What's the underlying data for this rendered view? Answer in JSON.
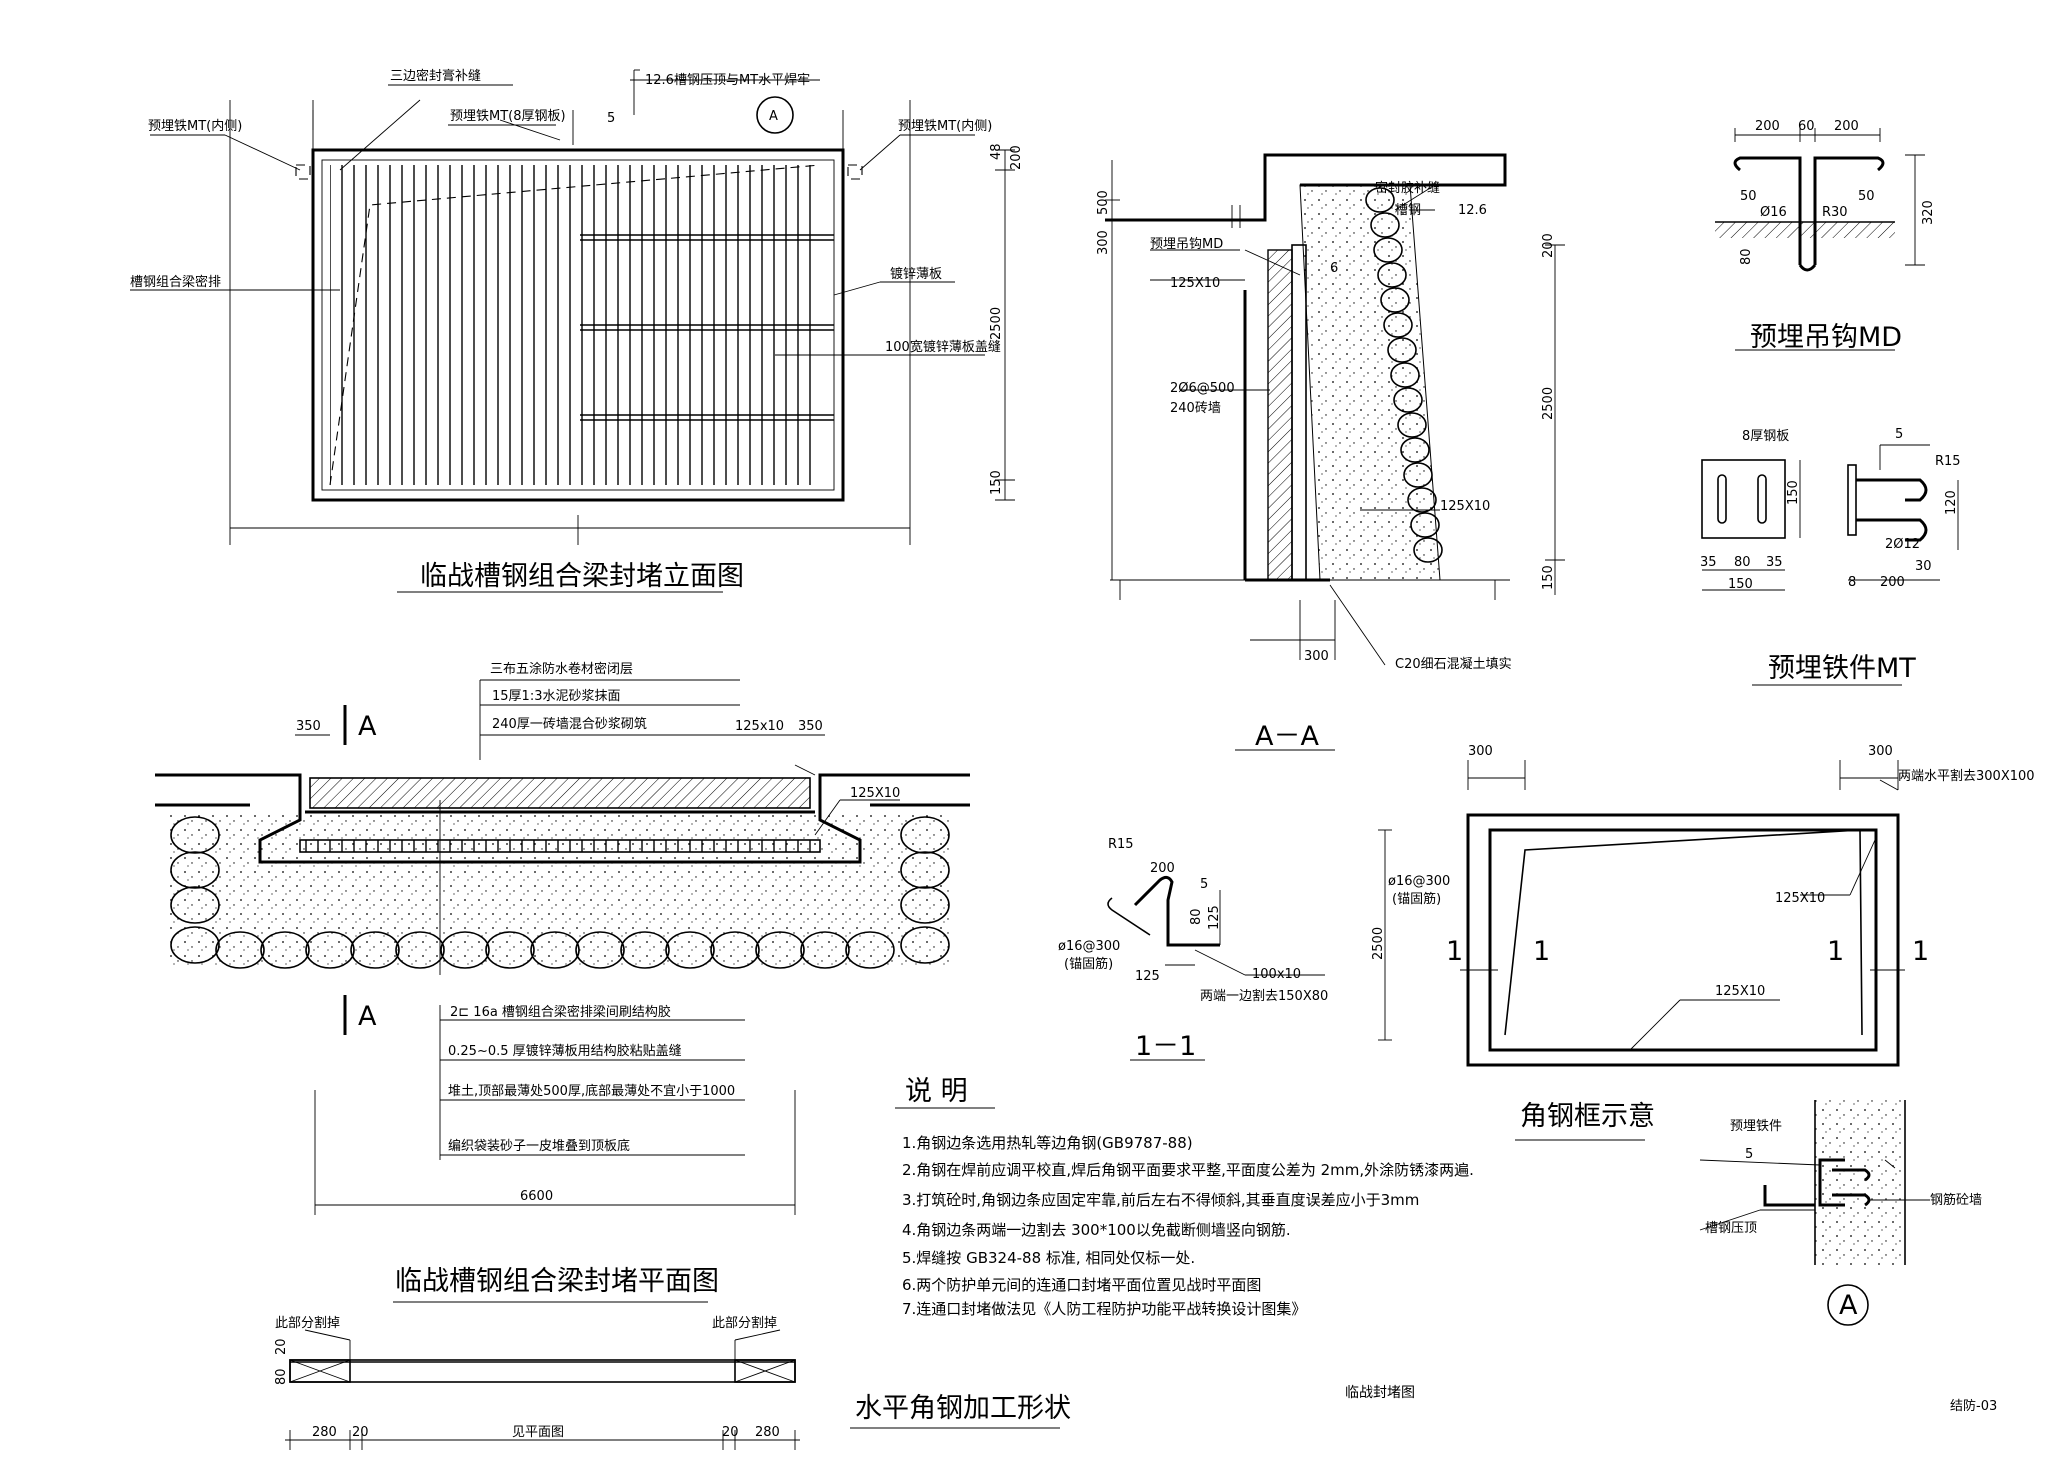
{
  "sheet": {
    "title": "临战封堵图",
    "code": "结防-03"
  },
  "elevation": {
    "title": "临战槽钢组合梁封堵立面图",
    "labels": {
      "seal_gap": "三边密封膏补缝",
      "embedded_mt_left": "预埋铁MT(内侧)",
      "embedded_mt_mid": "预埋铁MT(8厚钢板)",
      "channel_weld": "12.6槽钢压顶与MT水平焊牢",
      "embedded_mt_right": "预埋铁MT(内侧)",
      "combined_beam": "槽钢组合梁密排",
      "galv_sheet": "镀锌薄板",
      "galv_strip": "100宽镀锌薄板盖缝",
      "weld_5": "5",
      "section_mark": "A"
    },
    "dims": [
      "48",
      "200",
      "2500",
      "150"
    ]
  },
  "section_aa": {
    "title": "A－A",
    "labels": {
      "sealant_gap": "密封胶补缝",
      "channel": "槽钢",
      "channel_size": "12.6",
      "hook": "预埋吊钩MD",
      "angle_top": "125X10",
      "rebar_wall": "2Ø6@500",
      "brick_wall": "240砖墙",
      "angle_bottom": "125X10",
      "concrete": "C20细石混凝土填实",
      "weld_6": "6"
    },
    "dims": [
      "300",
      "500",
      "200",
      "2500",
      "150",
      "300"
    ]
  },
  "hook_md": {
    "title": "预埋吊钩MD",
    "dims": [
      "200",
      "60",
      "200",
      "50",
      "50",
      "Ø16",
      "R30",
      "320",
      "80"
    ]
  },
  "embed_mt": {
    "title": "预埋铁件MT",
    "labels": {
      "plate": "8厚钢板",
      "weld": "5",
      "radius": "R15",
      "bar": "2Ø12"
    },
    "dims": [
      "150",
      "35",
      "80",
      "35",
      "150",
      "120",
      "30",
      "8",
      "200"
    ]
  },
  "plan": {
    "title": "临战槽钢组合梁封堵平面图",
    "section_mark": "A",
    "layers": [
      "三布五涂防水卷材密闭层",
      "15厚1:3水泥砂浆抹面",
      "240厚一砖墙混合砂浆砌筑"
    ],
    "angle_a": "125x10",
    "angle_b": "125X10",
    "callouts": [
      "2⊏ 16a 槽钢组合梁密排梁间刷结构胶",
      "0.25~0.5  厚镀锌薄板用结构胶粘贴盖缝",
      "堆土,顶部最薄处500厚,底部最薄处不宜小于1000",
      "编织袋装砂子一皮堆叠到顶板底"
    ],
    "dims": [
      "350",
      "350",
      "6600"
    ]
  },
  "section_11": {
    "title": "1－1",
    "labels": {
      "radius": "R15",
      "rebar": "ø16@300",
      "anchor": "(锚固筋)",
      "angle": "100x10",
      "cut": "两端一边割去150X80"
    },
    "dims": [
      "200",
      "5",
      "80",
      "125",
      "125"
    ]
  },
  "angle_frame": {
    "title": "角钢框示意",
    "labels": {
      "cut_note": "两端水平割去300X100",
      "anchor": "ø16@300",
      "anchor2": "(锚固筋)",
      "angle_a": "125X10",
      "angle_b": "125X10",
      "sec": "1"
    },
    "dims": [
      "300",
      "300",
      "2500"
    ]
  },
  "detail_a": {
    "mark": "A",
    "labels": {
      "embed": "预埋铁件",
      "weld": "5",
      "channel_cap": "槽钢压顶",
      "wall": "钢筋砼墙"
    }
  },
  "horizontal_angle": {
    "title": "水平角钢加工形状",
    "labels": {
      "cut_left": "此部分割掉",
      "cut_right": "此部分割掉",
      "see_plan": "见平面图"
    },
    "dims": [
      "80",
      "20",
      "280",
      "20",
      "20",
      "280"
    ]
  },
  "notes": {
    "heading": "说  明",
    "items": [
      "1.角钢边条选用热轧等边角钢(GB9787-88)",
      "2.角钢在焊前应调平校直,焊后角钢平面要求平整,平面度公差为 2mm,外涂防锈漆两遍.",
      "3.打筑砼时,角钢边条应固定牢靠,前后左右不得倾斜,其垂直度误差应小于3mm",
      "4.角钢边条两端一边割去 300*100以免截断侧墙竖向钢筋.",
      "5.焊缝按 GB324-88 标准, 相同处仅标一处.",
      "6.两个防护单元间的连通口封堵平面位置见战时平面图",
      "7.连通口封堵做法见《人防工程防护功能平战转换设计图集》"
    ]
  }
}
